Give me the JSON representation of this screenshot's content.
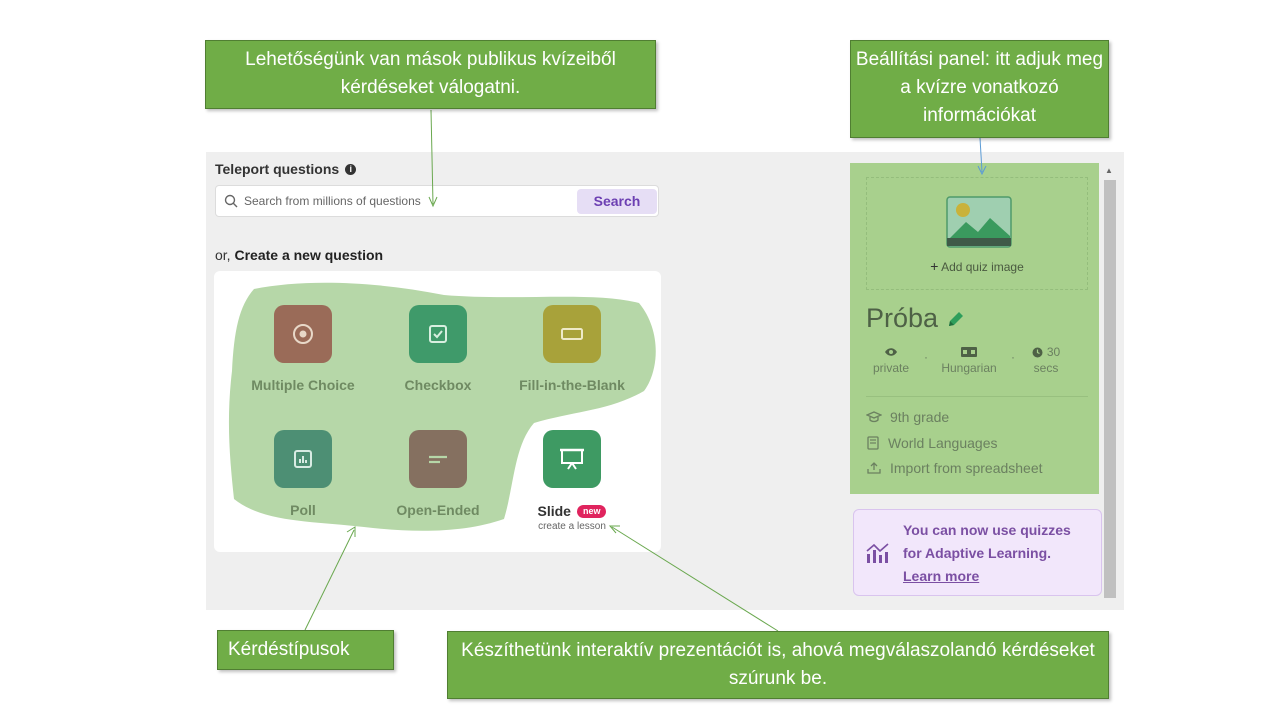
{
  "teleport": {
    "title": "Teleport questions",
    "search_placeholder": "Search from millions of questions",
    "search_button": "Search"
  },
  "create": {
    "prefix": "or,",
    "heading": "Create a new question"
  },
  "question_types": [
    {
      "label": "Multiple Choice",
      "color": "#9a6b58",
      "icon": "target-icon"
    },
    {
      "label": "Checkbox",
      "color": "#3f9a6a",
      "icon": "checkbox-icon"
    },
    {
      "label": "Fill-in-the-Blank",
      "color": "#a8a23a",
      "icon": "blank-box-icon"
    },
    {
      "label": "Poll",
      "color": "#4d8f74",
      "icon": "bar-chart-icon"
    },
    {
      "label": "Open-Ended",
      "color": "#857060",
      "icon": "text-lines-icon"
    }
  ],
  "slide": {
    "label": "Slide",
    "badge": "new",
    "sub": "create a lesson",
    "color": "#3e9a63"
  },
  "settings": {
    "add_image": "Add quiz image",
    "quiz_title": "Próba",
    "visibility": "private",
    "language": "Hungarian",
    "time_value": "30",
    "time_unit": "secs",
    "grade": "9th grade",
    "subject": "World Languages",
    "import": "Import from spreadsheet"
  },
  "adaptive": {
    "text": "You can now use quizzes for Adaptive Learning.",
    "link": "Learn more"
  },
  "annotations": {
    "top_left": "Lehetőségünk van mások publikus kvízeiből kérdéseket válogatni.",
    "top_right": "Beállítási panel: itt adjuk meg a kvízre vonatkozó információkat",
    "bottom_left": "Kérdéstípusok",
    "bottom_right": "Készíthetünk interaktív prezentációt is, ahová megválaszolandó kérdéseket szúrunk be."
  },
  "colors": {
    "callout_green": "#70ad47",
    "highlight_green": "#a8d08d",
    "search_accent": "#6c3fb2",
    "badge_red": "#e0245e"
  }
}
